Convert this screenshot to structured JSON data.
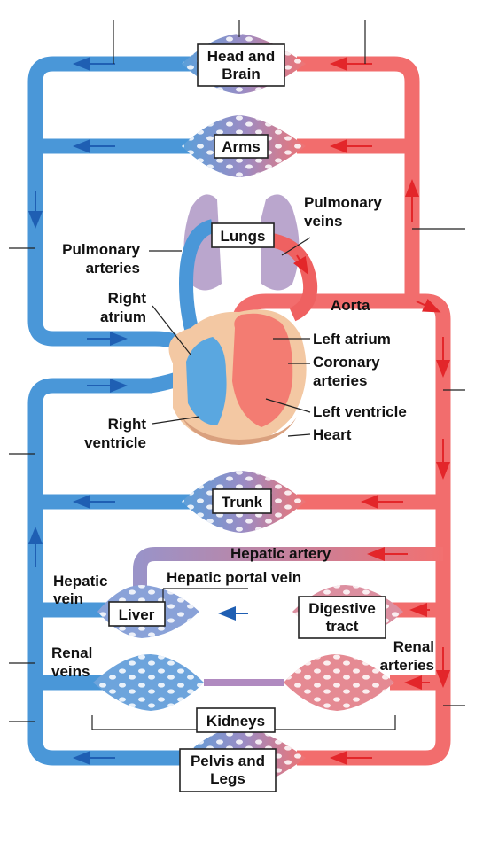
{
  "colors": {
    "oxygenated": "#f26d6d",
    "deoxygenated": "#4a97d8",
    "arrow_red": "#e3262a",
    "arrow_blue": "#1f5fb3",
    "capillary_purple": "#8c84c0",
    "heart_muscle": "#f3c8a3"
  },
  "labels": {
    "head_brain_1": "Head and",
    "head_brain_2": "Brain",
    "arms": "Arms",
    "lungs": "Lungs",
    "pulmonary_veins_1": "Pulmonary",
    "pulmonary_veins_2": "veins",
    "pulmonary_arteries_1": "Pulmonary",
    "pulmonary_arteries_2": "arteries",
    "right_atrium_1": "Right",
    "right_atrium_2": "atrium",
    "aorta": "Aorta",
    "left_atrium": "Left atrium",
    "coronary_arteries_1": "Coronary",
    "coronary_arteries_2": "arteries",
    "left_ventricle": "Left ventricle",
    "heart": "Heart",
    "right_ventricle_1": "Right",
    "right_ventricle_2": "ventricle",
    "trunk": "Trunk",
    "hepatic_artery": "Hepatic artery",
    "hepatic_vein_1": "Hepatic",
    "hepatic_vein_2": "vein",
    "hepatic_portal_vein": "Hepatic portal vein",
    "liver": "Liver",
    "digestive_tract_1": "Digestive",
    "digestive_tract_2": "tract",
    "renal_veins_1": "Renal",
    "renal_veins_2": "veins",
    "renal_arteries_1": "Renal",
    "renal_arteries_2": "arteries",
    "kidneys": "Kidneys",
    "pelvis_legs_1": "Pelvis and",
    "pelvis_legs_2": "Legs"
  }
}
